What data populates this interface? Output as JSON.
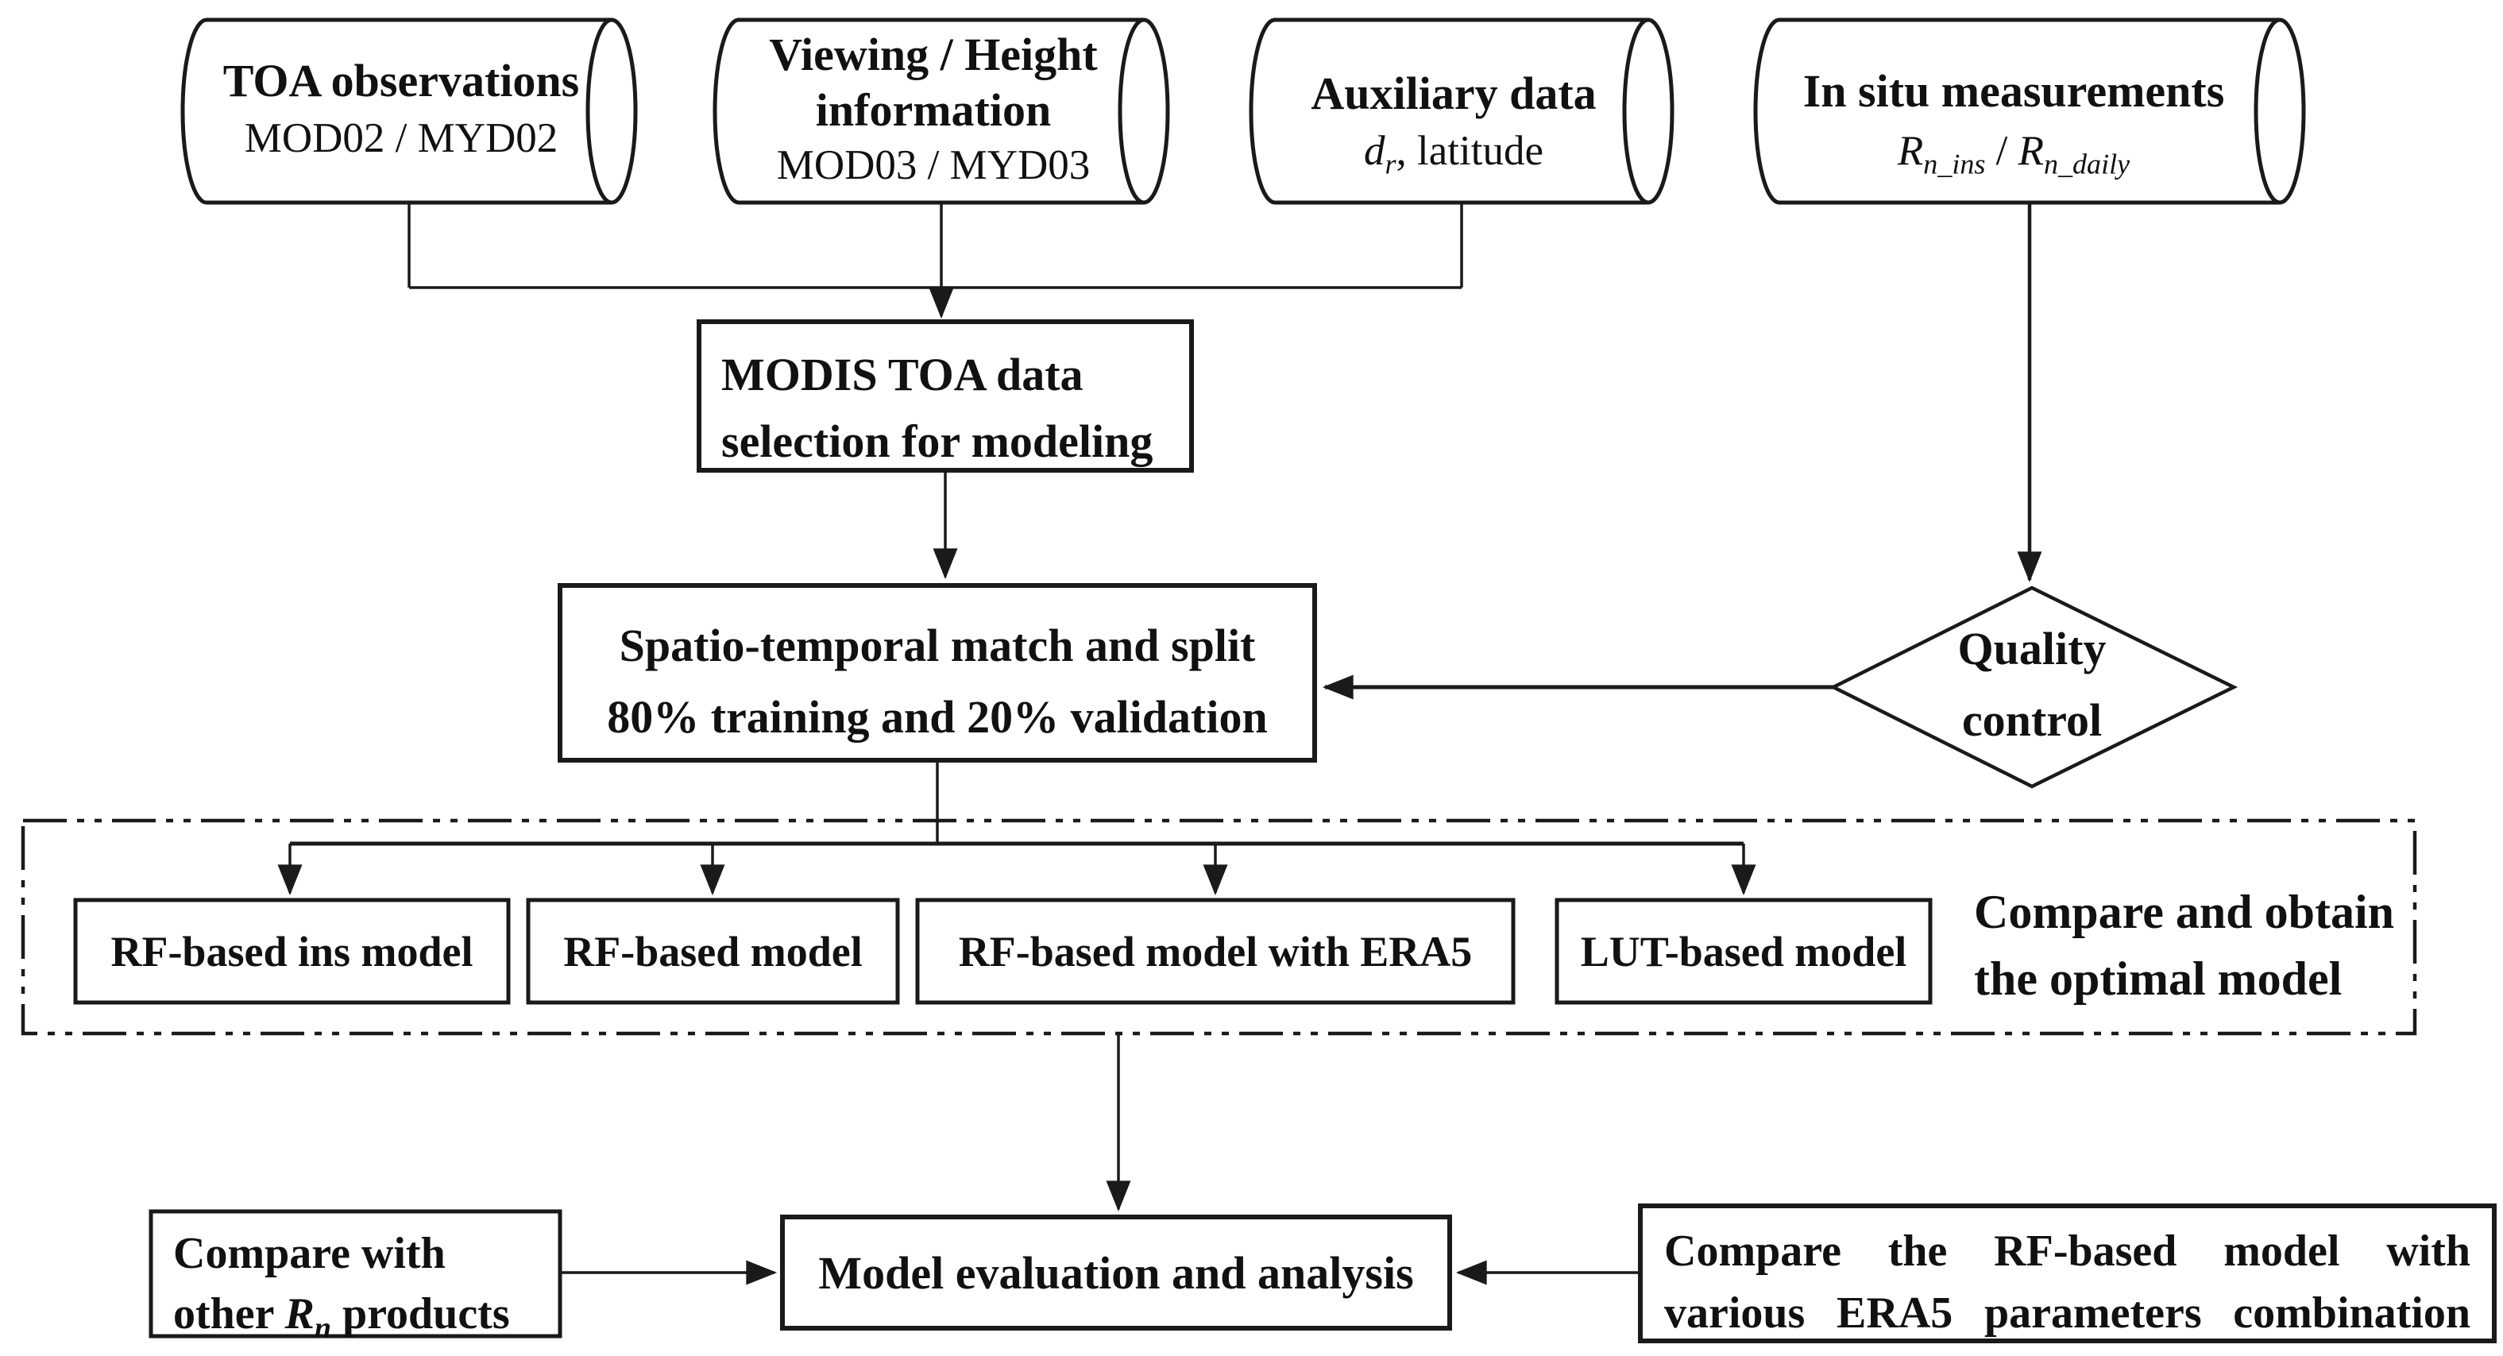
{
  "flowchart": {
    "colors": {
      "line": "#1a1a1a",
      "background": "#ffffff"
    },
    "nodes": {
      "toa": {
        "title": "TOA observations",
        "subtitle": "MOD02 / MYD02"
      },
      "viewing": {
        "title_line1": "Viewing / Height",
        "title_line2": "information",
        "subtitle": "MOD03 / MYD03"
      },
      "aux": {
        "title": "Auxiliary data",
        "var": "d",
        "var_sub": "r",
        "rest": ", latitude"
      },
      "insitu": {
        "title": "In situ measurements",
        "var1": "R",
        "sub1": "n_ins",
        "slash": " / ",
        "var2": "R",
        "sub2": "n_daily"
      },
      "modis": {
        "line1": "MODIS TOA data",
        "line2": "selection for modeling"
      },
      "split": {
        "line1": "Spatio-temporal match and split",
        "line2": "80% training and 20% validation"
      },
      "quality": {
        "line1": "Quality",
        "line2": "control"
      },
      "model1": {
        "label": "RF-based ins model"
      },
      "model2": {
        "label": "RF-based model"
      },
      "model3": {
        "label": "RF-based model with ERA5"
      },
      "model4": {
        "label": "LUT-based model"
      },
      "compare_note": {
        "line1": "Compare and obtain",
        "line2": "the optimal model"
      },
      "evaluation": {
        "label": "Model evaluation and analysis"
      },
      "compare_products": {
        "line1": "Compare with",
        "pre": "other ",
        "var": "R",
        "sub": "n",
        "post": " products"
      },
      "compare_era5": {
        "line1": "Compare the RF-based model with",
        "line2": "various ERA5 parameters combination"
      }
    }
  }
}
